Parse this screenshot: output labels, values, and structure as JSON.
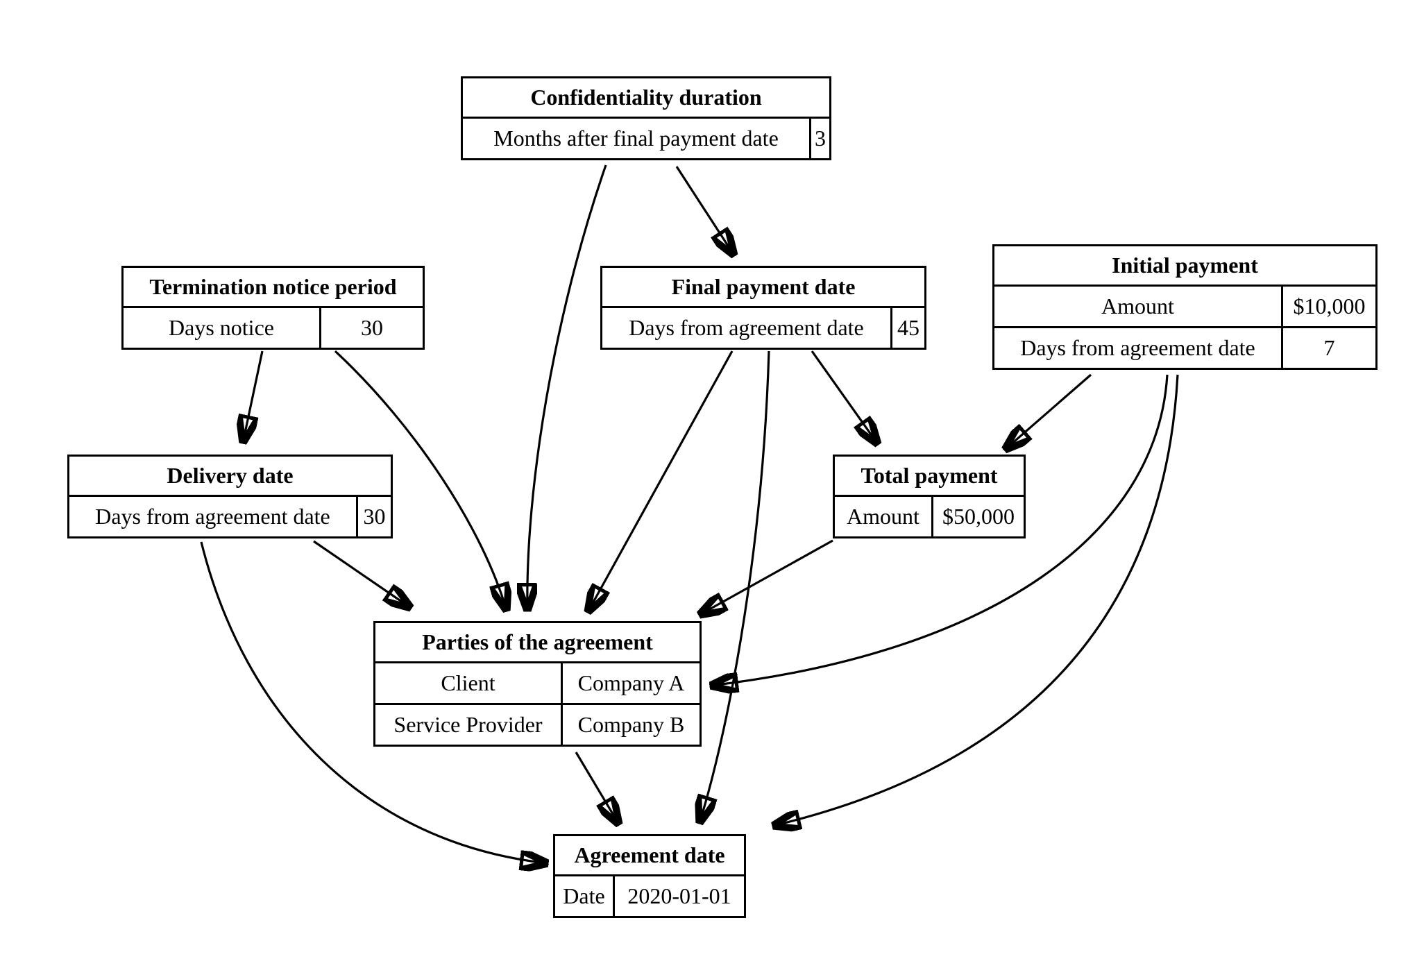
{
  "diagram": {
    "background_color": "#ffffff",
    "stroke_color": "#000000",
    "nodes": {
      "confidentiality_duration": {
        "title": "Confidentiality duration",
        "rows": [
          {
            "label": "Months after final payment date",
            "value": "3"
          }
        ]
      },
      "termination_notice_period": {
        "title": "Termination notice period",
        "rows": [
          {
            "label": "Days notice",
            "value": "30"
          }
        ]
      },
      "final_payment_date": {
        "title": "Final payment date",
        "rows": [
          {
            "label": "Days from agreement date",
            "value": "45"
          }
        ]
      },
      "initial_payment": {
        "title": "Initial payment",
        "rows": [
          {
            "label": "Amount",
            "value": "$10,000"
          },
          {
            "label": "Days from agreement date",
            "value": "7"
          }
        ]
      },
      "delivery_date": {
        "title": "Delivery date",
        "rows": [
          {
            "label": "Days from agreement date",
            "value": "30"
          }
        ]
      },
      "total_payment": {
        "title": "Total payment",
        "rows": [
          {
            "label": "Amount",
            "value": "$50,000"
          }
        ]
      },
      "parties": {
        "title": "Parties of the agreement",
        "rows": [
          {
            "label": "Client",
            "value": "Company A"
          },
          {
            "label": "Service Provider",
            "value": "Company B"
          }
        ]
      },
      "agreement_date": {
        "title": "Agreement date",
        "rows": [
          {
            "label": "Date",
            "value": "2020-01-01"
          }
        ]
      }
    },
    "edges": [
      {
        "from": "confidentiality_duration",
        "to": "final_payment_date"
      },
      {
        "from": "confidentiality_duration",
        "to": "parties"
      },
      {
        "from": "termination_notice_period",
        "to": "delivery_date"
      },
      {
        "from": "termination_notice_period",
        "to": "parties"
      },
      {
        "from": "final_payment_date",
        "to": "parties"
      },
      {
        "from": "final_payment_date",
        "to": "total_payment"
      },
      {
        "from": "final_payment_date",
        "to": "agreement_date"
      },
      {
        "from": "initial_payment",
        "to": "total_payment"
      },
      {
        "from": "initial_payment",
        "to": "parties"
      },
      {
        "from": "initial_payment",
        "to": "agreement_date"
      },
      {
        "from": "delivery_date",
        "to": "parties"
      },
      {
        "from": "delivery_date",
        "to": "agreement_date"
      },
      {
        "from": "total_payment",
        "to": "parties"
      },
      {
        "from": "parties",
        "to": "agreement_date"
      }
    ]
  }
}
